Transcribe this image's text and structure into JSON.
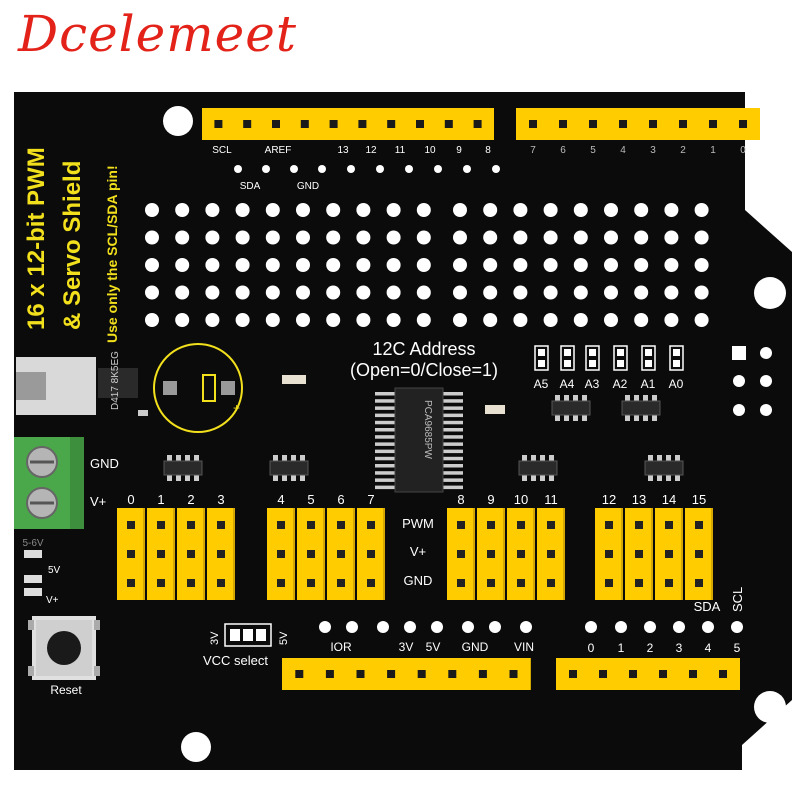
{
  "brand": "Dcelemeet",
  "board": {
    "title_line1": "16 x 12-bit PWM",
    "title_line2": "& Servo Shield",
    "note": "Use only the SCL/SDA pin!",
    "i2c_title": "12C Address",
    "i2c_legend": "(Open=0/Close=1)",
    "addr_labels": [
      "A5",
      "A4",
      "A3",
      "A2",
      "A1",
      "A0"
    ],
    "top_header_labels": [
      "SCL",
      "AREF",
      "13",
      "12",
      "11",
      "10",
      "9",
      "8"
    ],
    "top_header_sub": [
      "SDA",
      "GND"
    ],
    "digital_labels": [
      "7",
      "6",
      "5",
      "4",
      "3",
      "2",
      "1",
      "0"
    ],
    "channels": [
      "0",
      "1",
      "2",
      "3",
      "4",
      "5",
      "6",
      "7",
      "8",
      "9",
      "10",
      "11",
      "12",
      "13",
      "14",
      "15"
    ],
    "row_labels": [
      "PWM",
      "V+",
      "GND"
    ],
    "terminal_labels": [
      "GND",
      "V+"
    ],
    "sda": "SDA",
    "scl": "SCL",
    "led_labels": [
      "5-6V",
      "5V",
      "V+"
    ],
    "vcc_select": "VCC select",
    "vcc_3v": "3V",
    "vcc_5v": "5V",
    "power_labels": [
      "IOR",
      "3V",
      "5V",
      "GND",
      "VIN"
    ],
    "analog_labels": [
      "0",
      "1",
      "2",
      "3",
      "4",
      "5"
    ],
    "reset": "Reset",
    "chip_text": "PCA9685PW",
    "regulator_text": "D417 8K5EG"
  },
  "colors": {
    "pcb": "#0b0b0b",
    "silkscreen_yellow": "#f2e01c",
    "header_yellow": "#ffcc00",
    "terminal_green": "#4aa84a",
    "brand_red": "#e32219"
  }
}
